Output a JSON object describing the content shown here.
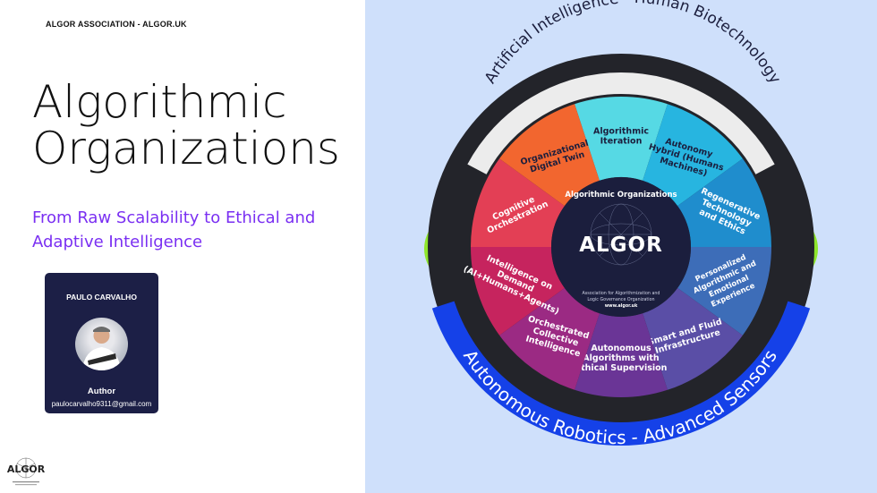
{
  "header": {
    "association": "ALGOR ASSOCIATION - ALGOR.UK"
  },
  "title": {
    "line1": "Algorithmic",
    "line2": "Organizations"
  },
  "subtitle": {
    "line1": "From Raw Scalability to Ethical and",
    "line2": "Adaptive Intelligence"
  },
  "author_card": {
    "name": "PAULO CARVALHO",
    "role": "Author",
    "email": "paulocarvalho9311@gmail.com"
  },
  "small_logo": {
    "text": "ALGOR"
  },
  "diagram": {
    "outer_top_label": "Artificial Intelligence - Human Biotechnology",
    "outer_bottom_label": "Autonomous Robotics - Advanced Sensors",
    "center": {
      "heading": "Algorithmic Organizations",
      "logo_text": "ALGOR",
      "org_line1": "Association for Algorithmization and",
      "org_line2": "Logic Governance Organization",
      "url": "www.algor.uk"
    },
    "segments": [
      {
        "id": "iteration",
        "lines": [
          "Algorithmic",
          "Iteration"
        ],
        "color": "#56d9e4",
        "text_color": "#1b1e3d"
      },
      {
        "id": "hybrid",
        "lines": [
          "Autonomy",
          "Hybrid (Humans",
          "Machines)"
        ],
        "color": "#27b5e0",
        "text_color": "#1b1e3d"
      },
      {
        "id": "regenerative",
        "lines": [
          "Regenerative",
          "Technology",
          "and Ethics"
        ],
        "color": "#1f8dcd",
        "text_color": "#ffffff"
      },
      {
        "id": "personalized",
        "lines": [
          "Personalized",
          "Algorithmic and",
          "Emotional",
          "Experience"
        ],
        "color": "#3d6db8",
        "text_color": "#ffffff"
      },
      {
        "id": "smart",
        "lines": [
          "Smart and Fluid",
          "Infrastructure"
        ],
        "color": "#5a4ea6",
        "text_color": "#ffffff"
      },
      {
        "id": "autonomous",
        "lines": [
          "Autonomous",
          "Algorithms with",
          "Ethical Supervision"
        ],
        "color": "#6a3596",
        "text_color": "#ffffff"
      },
      {
        "id": "orchestrated",
        "lines": [
          "Orchestrated",
          "Collective",
          "Intelligence"
        ],
        "color": "#9b2a83",
        "text_color": "#ffffff"
      },
      {
        "id": "intelligence",
        "lines": [
          "Intelligence on",
          "Demand",
          "(AI+Humans+Agents)"
        ],
        "color": "#c6245e",
        "text_color": "#ffffff"
      },
      {
        "id": "cognitive",
        "lines": [
          "Cognitive",
          "Orchestration"
        ],
        "color": "#e33f55",
        "text_color": "#ffffff"
      },
      {
        "id": "twin",
        "lines": [
          "Organizational",
          "Digital Twin"
        ],
        "color": "#f2662f",
        "text_color": "#1b1e3d"
      }
    ],
    "colors": {
      "ring": "#23242a",
      "top_band": "#ececec",
      "bottom_band": "#1541e8",
      "accent": "#8ee62b"
    }
  }
}
